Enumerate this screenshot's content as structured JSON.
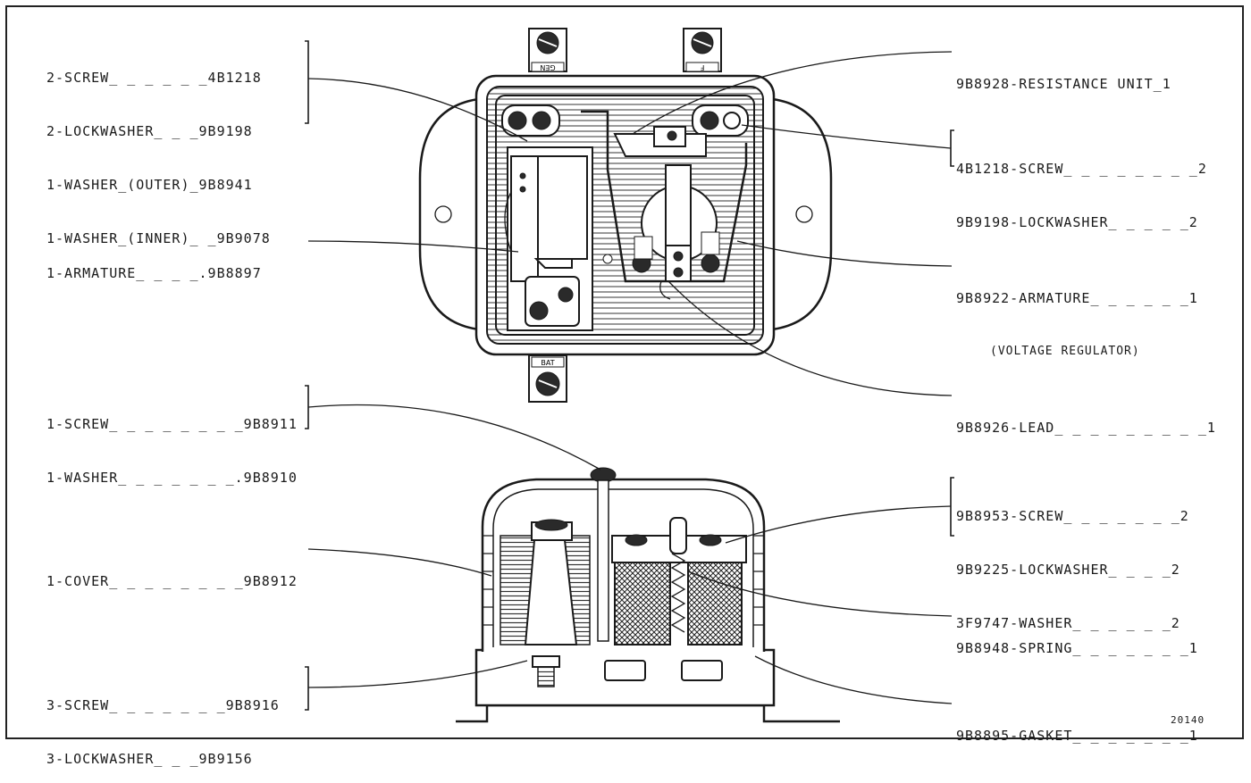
{
  "callouts_left": [
    {
      "id": "l1",
      "lines": [
        "2-SCREW_ _ _ _ _ _4B1218",
        "2-LOCKWASHER_ _ _9B9198",
        "1-WASHER_(OUTER)_9B8941",
        "1-WASHER_(INNER)_ _9B9078"
      ]
    },
    {
      "id": "l2",
      "lines": [
        "1-ARMATURE_ _ _ _.9B8897"
      ]
    },
    {
      "id": "l3",
      "lines": [
        "1-SCREW_ _ _ _ _ _ _ _9B8911",
        "1-WASHER_ _ _ _ _ _ _.9B8910"
      ]
    },
    {
      "id": "l4",
      "lines": [
        "1-COVER_ _ _ _ _ _ _ _9B8912"
      ]
    },
    {
      "id": "l5",
      "lines": [
        "3-SCREW_ _ _ _ _ _ _9B8916",
        "3-LOCKWASHER_ _ _9B9156"
      ]
    }
  ],
  "callouts_right": [
    {
      "id": "r1",
      "lines": [
        "9B8928-RESISTANCE UNIT_1"
      ]
    },
    {
      "id": "r2",
      "lines": [
        "4B1218-SCREW_ _ _ _ _ _ _ _2",
        "9B9198-LOCKWASHER_ _ _ _ _2"
      ]
    },
    {
      "id": "r3",
      "lines": [
        "9B8922-ARMATURE_ _ _ _ _ _1",
        "(VOLTAGE REGULATOR)"
      ]
    },
    {
      "id": "r4",
      "lines": [
        "9B8926-LEAD_ _ _ _ _ _ _ _ _1"
      ]
    },
    {
      "id": "r5",
      "lines": [
        "9B8953-SCREW_ _ _ _ _ _ _2",
        "9B9225-LOCKWASHER_ _ _ _2",
        "3F9747-WASHER_ _ _ _ _ _2"
      ]
    },
    {
      "id": "r6",
      "lines": [
        "9B8948-SPRING_ _ _ _ _ _ _1"
      ]
    },
    {
      "id": "r7",
      "lines": [
        "9B8895-GASKET_ _ _ _ _ _ _1"
      ]
    }
  ],
  "terminals": {
    "gen": "GEN",
    "f": "F",
    "bat": "BAT"
  },
  "drawing_number": "20140"
}
